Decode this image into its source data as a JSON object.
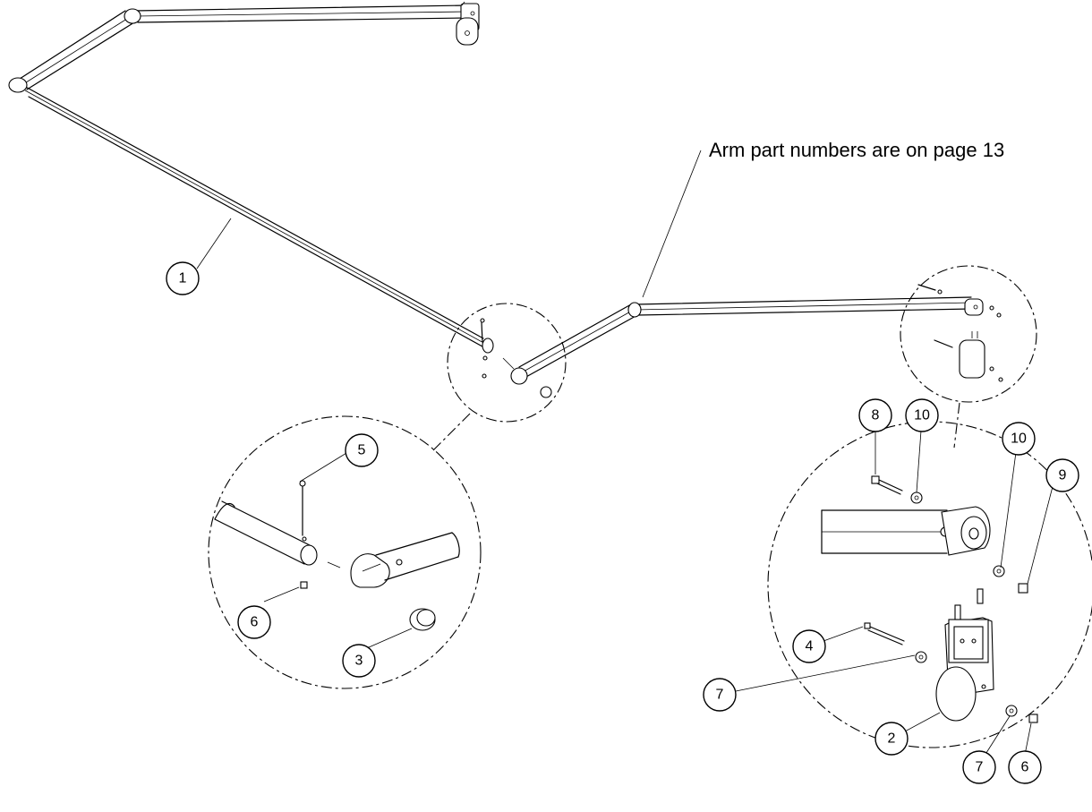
{
  "note": "Arm part numbers are on page 13",
  "callouts": [
    "1",
    "5",
    "6",
    "3",
    "8",
    "10",
    "10",
    "9",
    "4",
    "7",
    "2",
    "7",
    "6"
  ]
}
